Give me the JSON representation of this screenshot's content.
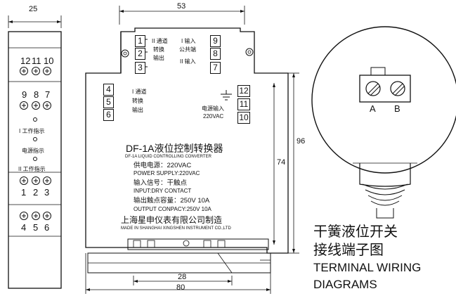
{
  "dimensions": {
    "side_width": "25",
    "top_width": "53",
    "height_96": "96",
    "height_74": "74",
    "bottom_28": "28",
    "bottom_80": "80"
  },
  "side_view": {
    "top_terminals": [
      "12",
      "11",
      "10"
    ],
    "mid_terminals": [
      "9",
      "8",
      "7"
    ],
    "bottom_terminals_a": [
      "1",
      "2",
      "3"
    ],
    "bottom_terminals_b": [
      "4",
      "5",
      "6"
    ],
    "indicator_1": "I 工作指示",
    "indicator_power": "电源指示",
    "indicator_2": "II 工作指示"
  },
  "front_view": {
    "terminals": [
      "1",
      "2",
      "3",
      "4",
      "5",
      "6",
      "7",
      "8",
      "9",
      "10",
      "11",
      "12"
    ],
    "ch2_label": [
      "II 通道",
      "转换",
      "输出"
    ],
    "input_label": [
      "I 输入",
      "公共端",
      "II 输入"
    ],
    "ch1_label": [
      "I 通道",
      "转换",
      "输出"
    ],
    "power_input": [
      "电源输入",
      "220VAC"
    ],
    "model_title": "DF-1A液位控制转换器",
    "model_subtitle": "DF-1A LIQUID CONTROLLING CONVERTER",
    "spec_lines": [
      "供电电源：220VAC",
      "POWER SUPPLY:220VAC",
      "输入信号：干触点",
      "INPUT:DRY CONTACT",
      "输出触点容量：250V 10A",
      "OUTPUT CONPACY:250V 10A"
    ],
    "maker_cn": "上海星申仪表有限公司制造",
    "maker_en": "MADE IN SHANGHAI XINGSHEN INSTRUMENT CO.,LTD"
  },
  "sensor": {
    "terminal_a": "A",
    "terminal_b": "B"
  },
  "caption": {
    "cn_line1": "干簧液位开关",
    "cn_line2": "接线端子图",
    "en_line1": "TERMINAL WIRING",
    "en_line2": "DIAGRAMS"
  }
}
